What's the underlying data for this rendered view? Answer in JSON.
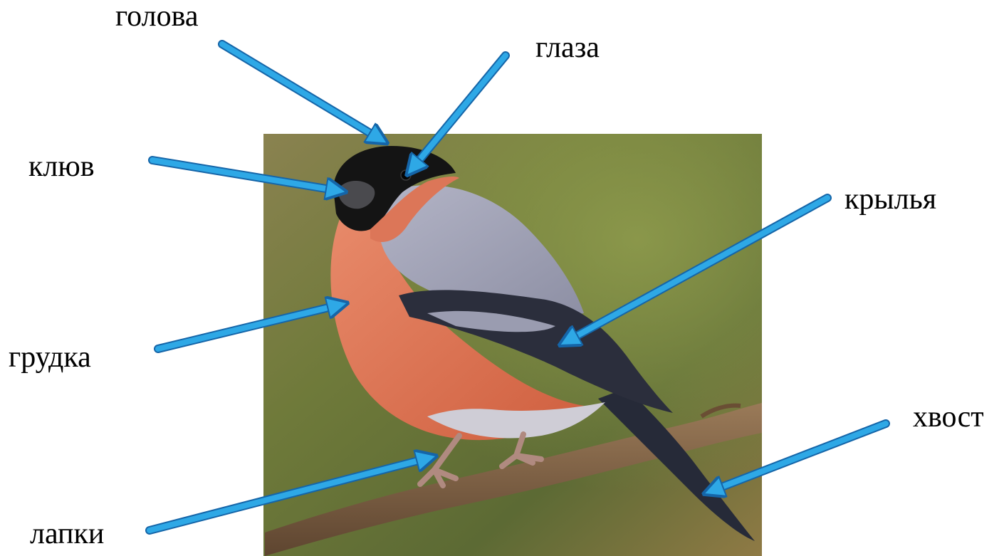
{
  "labels": {
    "head": "голова",
    "eyes": "глаза",
    "beak": "клюв",
    "wings": "крылья",
    "chest": "грудка",
    "tail": "хвост",
    "legs": "лапки"
  },
  "colors": {
    "arrow_fill": "#2ea8e6",
    "arrow_outline": "#1565a8",
    "label_text": "#000000",
    "background_green": "#6f7a3a",
    "breast_orange": "#e0775a",
    "back_grey": "#9a9cb0",
    "cap_black": "#141414",
    "wing_dark": "#2a2d3a",
    "branch_brown": "#7a5a3c"
  },
  "icons": {
    "subject": "bullfinch-illustration",
    "pointer": "arrow-icon"
  }
}
